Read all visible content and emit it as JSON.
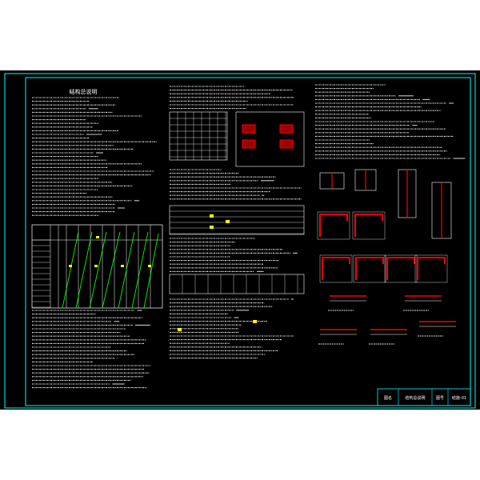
{
  "sheet": {
    "title": "结构总说明",
    "title_block": {
      "label1": "图名",
      "value1": "结构总说明",
      "label2": "图号",
      "value2": "结施-01"
    }
  },
  "colors": {
    "background": "#000000",
    "frame": "#00ffff",
    "text": "#ffffff",
    "rebar": "#ff0000",
    "accent_green": "#00ff00",
    "accent_yellow": "#ffff00"
  }
}
